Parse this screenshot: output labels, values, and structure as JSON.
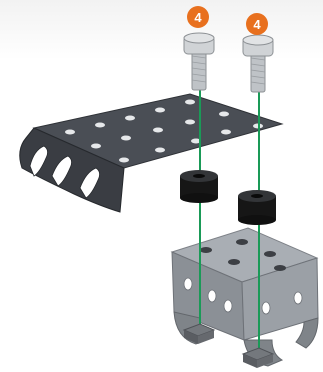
{
  "diagram": {
    "step_badges": [
      {
        "number": "4"
      },
      {
        "number": "4"
      }
    ],
    "colors": {
      "badge_fill": "#e8701e",
      "alignment_line": "#1a9a57",
      "bracket_dark": "#3d4147",
      "bracket_light": "#9aa0a6",
      "spacer": "#161616",
      "screw": "#c2c6ca",
      "nut": "#5a5d62"
    },
    "parts": {
      "screws": 2,
      "top_plate_holes_per_row": 5,
      "spacers": 2,
      "square_nuts": 2
    }
  }
}
